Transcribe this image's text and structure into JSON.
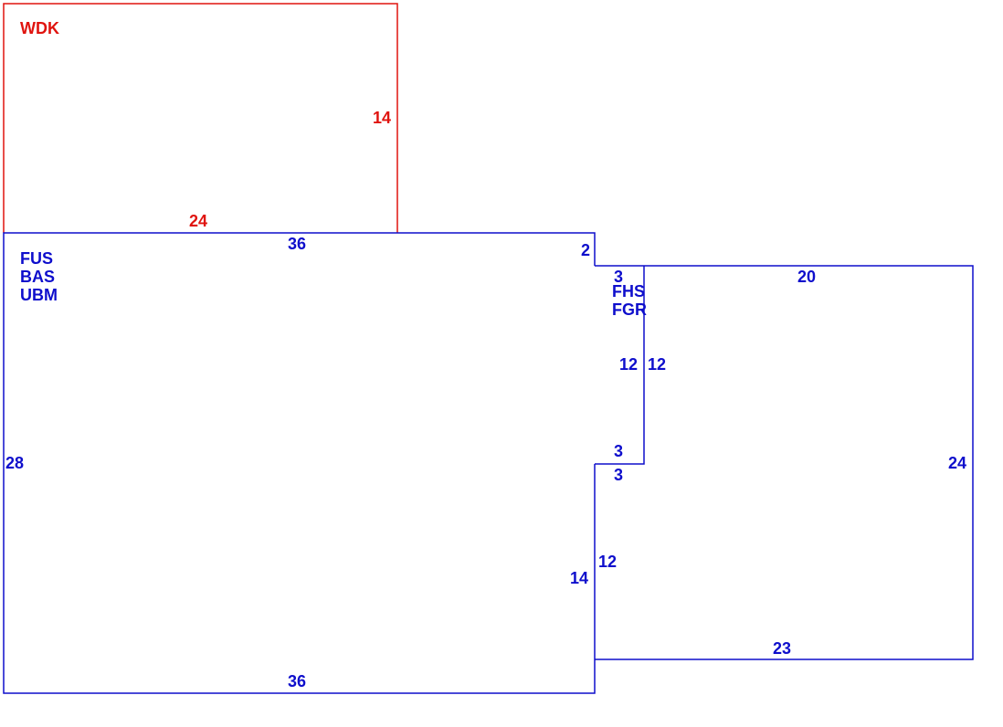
{
  "colors": {
    "deck": "#e0140f",
    "main": "#0e0ecc"
  },
  "deck": {
    "code": "WDK",
    "dims": {
      "right": "14",
      "bottom": "24"
    }
  },
  "main": {
    "codes": [
      "FUS",
      "BAS",
      "UBM"
    ],
    "dims": {
      "top": "36",
      "notch": "2",
      "left": "28",
      "right_lower": "14",
      "bottom": "36"
    }
  },
  "garage": {
    "codes": [
      "FHS",
      "FGR"
    ],
    "dims": {
      "top_offset": "3",
      "top": "20",
      "inner_left": "12",
      "inner_right": "12",
      "step_upper": "3",
      "step_lower": "3",
      "left_lower": "12",
      "right": "24",
      "bottom": "23"
    }
  }
}
